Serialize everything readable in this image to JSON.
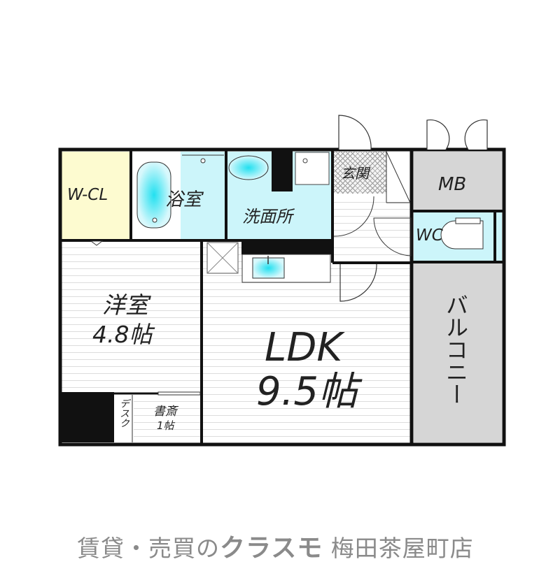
{
  "floorplan": {
    "rooms": [
      {
        "id": "wcl",
        "label": "W-CL",
        "color": "#fdfbd0"
      },
      {
        "id": "bath",
        "label": "浴室",
        "color": "#ccf5fa"
      },
      {
        "id": "washroom",
        "label": "洗面所",
        "color": "#ccf5fa"
      },
      {
        "id": "entrance",
        "label": "玄関"
      },
      {
        "id": "mb",
        "label": "MB",
        "color": "#d6d6d6"
      },
      {
        "id": "wc",
        "label": "WC",
        "color": "#ccf5fa"
      },
      {
        "id": "western",
        "label": "洋室",
        "size": "4.8帖"
      },
      {
        "id": "ldk",
        "label": "LDK",
        "size": "9.5帖"
      },
      {
        "id": "desk",
        "label": "デスク"
      },
      {
        "id": "study",
        "label": "書斎",
        "size": "1帖"
      },
      {
        "id": "balcony",
        "label": "バルコニー",
        "color": "#d6d6d6"
      }
    ]
  },
  "footer": {
    "prefix": "賃貸・売買の",
    "brand": "クラスモ",
    "branch": " 梅田茶屋町店"
  },
  "colors": {
    "wall": "#111111",
    "water": "#ccf5fa",
    "closet": "#fdfbd0",
    "gray_area": "#d6d6d6",
    "footer_text": "#8a8a8a"
  }
}
